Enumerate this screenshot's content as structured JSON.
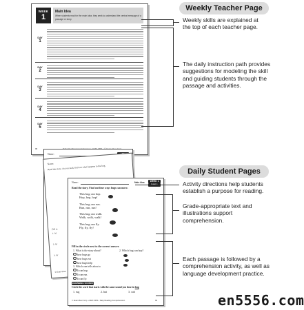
{
  "teacher_page": {
    "week_label": "WEEK",
    "week_number": "1",
    "skill_title": "Main Idea",
    "skill_desc": "When students read for the main idea, they seek to understand the central message of a passage or story.",
    "days": [
      {
        "label": "DAY",
        "num": "1"
      },
      {
        "label": "DAY",
        "num": "2"
      },
      {
        "label": "DAY",
        "num": "3"
      },
      {
        "label": "DAY",
        "num": "4"
      },
      {
        "label": "DAY",
        "num": "5"
      }
    ],
    "footer_left": "98",
    "footer_right": "Daily Reading Comprehension • EMC 3451 • © Evan-Moor Corp."
  },
  "callouts": {
    "teacher_heading": "Weekly Teacher Page",
    "teacher_1": [
      "Weekly skills are explained at",
      "the top of each teacher page."
    ],
    "teacher_2": [
      "The daily instruction path provides",
      "suggestions for modeling the skill",
      "and guiding students through the",
      "passage and activities."
    ],
    "student_heading": "Daily Student Pages",
    "student_1": [
      "Activity directions help students",
      "establish a purpose for reading."
    ],
    "student_2": [
      "Grade-appropriate text and",
      "illustrations support",
      "comprehension."
    ],
    "student_3": [
      "Each passage is followed by a",
      "comprehension activity, as well as",
      "language development practice."
    ]
  },
  "student_pages": {
    "back_name": "Name:",
    "back_directions": "Read the story. Look for something funny.",
    "mid_name": "Name:",
    "mid_directions": "Read the story. As you read, find out what happens to the bug.",
    "mid_labels": [
      "Fill in",
      "1. W",
      "2. W",
      "3. W"
    ],
    "mid_footer": "© Evan-Moor",
    "front": {
      "name_label": "Name:",
      "tag_top": "WEEK 1",
      "tag_bottom": "DAY 1",
      "tag_side": "Main Idea",
      "directions": "Read the story. Find out four ways bugs can move.",
      "poem": [
        "This bug can hop.",
        "Hop, hop, hop!",
        "This bug can run.",
        "Run, run, run!",
        "This bug can walk.",
        "Walk, walk, walk!",
        "This bug can fly.",
        "Fly, fly, fly!"
      ],
      "activity_directions": "Fill in the circle next to the correct answer.",
      "q1": "1. What is the story about?",
      "q1_opts": [
        "how bugs go",
        "how bugs eat",
        "how bugs help"
      ],
      "q2": "2. Which bug can hop?",
      "q3": "3. Which one tells about a",
      "q3_opts": [
        "It can hop.",
        "It can run.",
        "It can fly."
      ],
      "section_label": "BEGINNING SOUNDS",
      "section_directions": "Circle the word that starts with the same sound you hear in",
      "section_word": "bug",
      "word_choices": [
        "1. rug",
        "2. hut",
        "3. cub"
      ],
      "footer_left": "© Evan-Moor Corp. • EMC 3451 • Daily Reading Comprehension",
      "footer_right": "99"
    }
  },
  "watermark": "en5556.com"
}
